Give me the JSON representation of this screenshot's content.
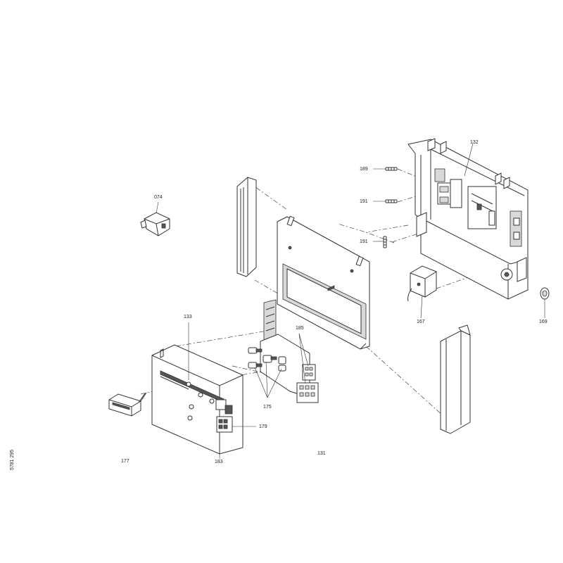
{
  "diagram": {
    "document_number": "5781 295",
    "part_labels": [
      {
        "id": "p074",
        "text": "074"
      },
      {
        "id": "p132",
        "text": "132"
      },
      {
        "id": "p189",
        "text": "189"
      },
      {
        "id": "p191a",
        "text": "191"
      },
      {
        "id": "p191b",
        "text": "191"
      },
      {
        "id": "p167",
        "text": "167"
      },
      {
        "id": "p169",
        "text": "169"
      },
      {
        "id": "p133",
        "text": "133"
      },
      {
        "id": "p185",
        "text": "185"
      },
      {
        "id": "p175",
        "text": "175"
      },
      {
        "id": "p179",
        "text": "179"
      },
      {
        "id": "p177",
        "text": "177"
      },
      {
        "id": "p183",
        "text": "183"
      },
      {
        "id": "p131",
        "text": "131"
      }
    ]
  }
}
